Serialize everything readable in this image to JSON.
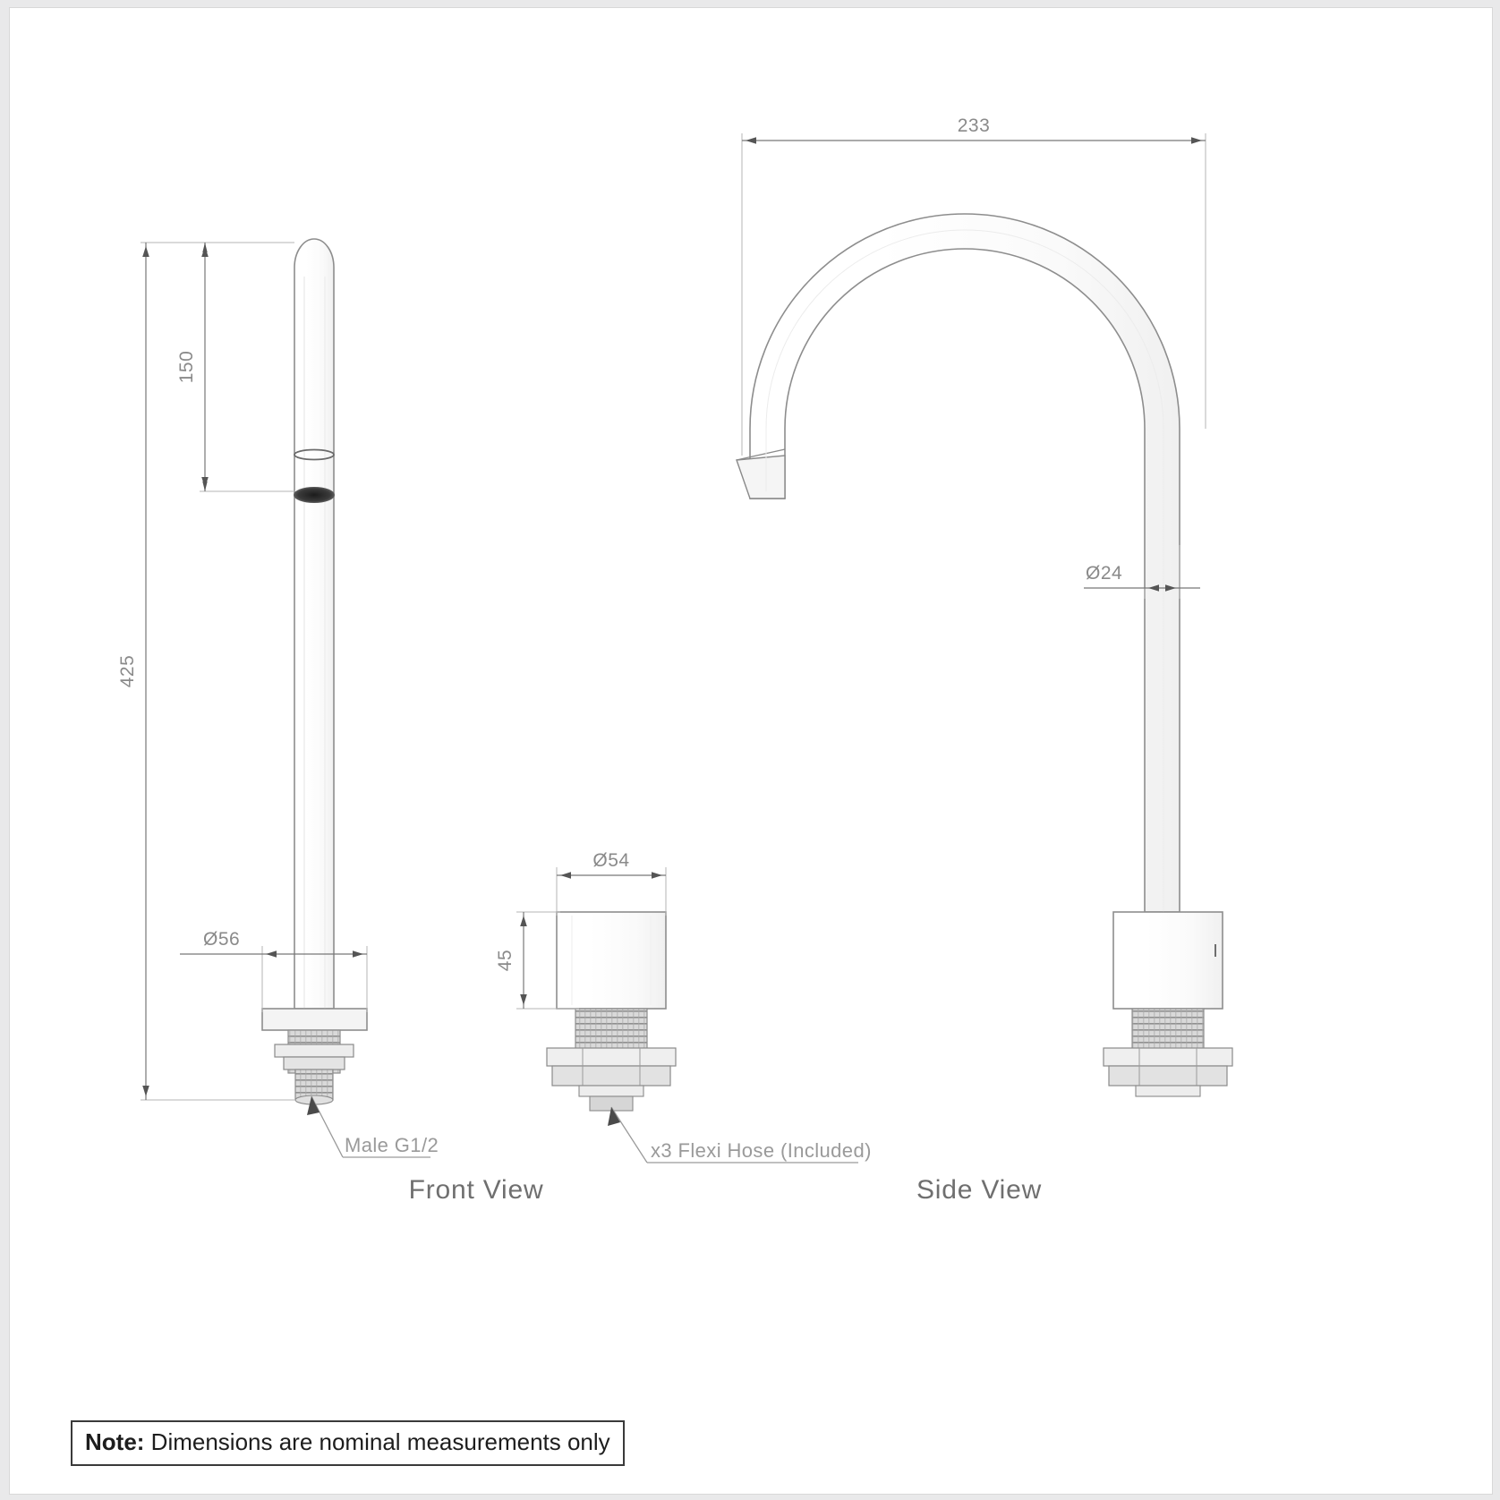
{
  "document": {
    "type": "technical-drawing",
    "subject": "Basin mixer tap spout",
    "background_color": "#e9e9ea",
    "sheet_color": "#ffffff",
    "line_color": "#8a8a8a"
  },
  "views": [
    {
      "id": "front",
      "label": "Front View"
    },
    {
      "id": "side",
      "label": "Side View"
    }
  ],
  "dimensions": {
    "front_upper_height": "150",
    "front_total_height": "425",
    "front_base_diameter": "Ø56",
    "mid_body_diameter": "Ø54",
    "mid_body_height": "45",
    "side_reach": "233",
    "side_tube_diameter": "Ø24"
  },
  "annotations": {
    "thread": "Male G1/2",
    "hose": "x3 Flexi Hose (Included)"
  },
  "note": {
    "label": "Note:",
    "text": " Dimensions are nominal measurements only"
  }
}
